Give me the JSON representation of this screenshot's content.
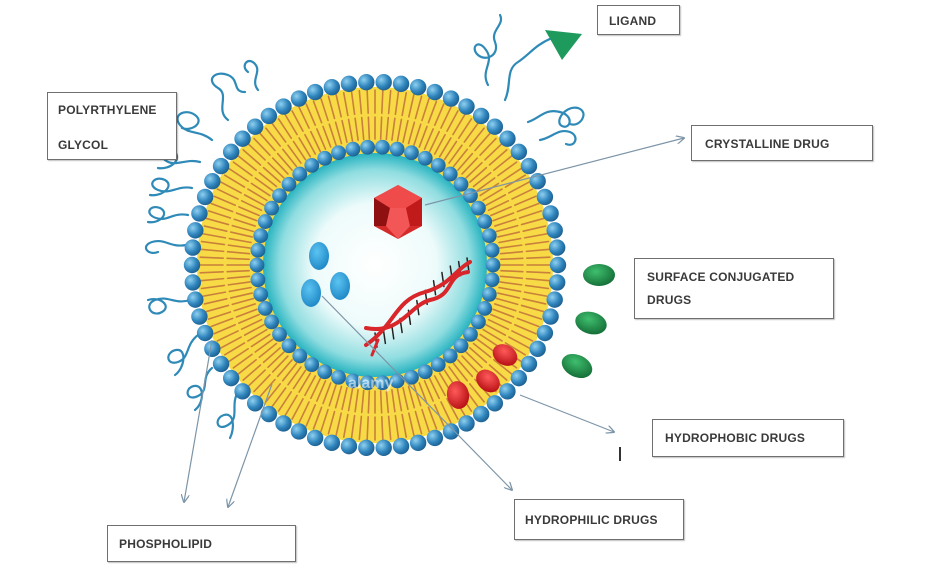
{
  "title": "Liposome drug delivery structure",
  "labels": {
    "peg": {
      "line1": "POLYRTHYLENE",
      "line2": "GLYCOL"
    },
    "ligand": "LIGAND",
    "crystalline_drug": "CRYSTALLINE DRUG",
    "surface_conjugated": {
      "line1": "SURFACE CONJUGATED",
      "line2": "DRUGS"
    },
    "hydrophobic_drugs": "HYDROPHOBIC DRUGS",
    "hydrophilic_drugs": "HYDROPHILIC DRUGS",
    "phospholipid": "PHOSPHOLIPID"
  },
  "components": {
    "outer_head_count": 66,
    "inner_head_count": 50,
    "hydrophilic_drug_count": 3,
    "hydrophobic_drug_count": 3,
    "surface_conjugated_count": 3,
    "watermark_text": "alamy"
  },
  "colors": {
    "head_group": "#2f7fb5",
    "head_group_highlight": "#7cc3ea",
    "lipid_layer": "#f5d63a",
    "lipid_tail": "#c9803b",
    "core_center": "#ffffff",
    "core_edge": "#27b3c0",
    "peg_chain": "#2f8ab8",
    "ligand": "#1e9a5c",
    "crystal": "#d42a2a",
    "dna": "#d8262a",
    "hydrophilic_drug": "#2f9fdc",
    "hydrophobic_drug": "#d8161b",
    "surface_drug": "#1f8a45",
    "leader_line": "#7d95a8"
  }
}
